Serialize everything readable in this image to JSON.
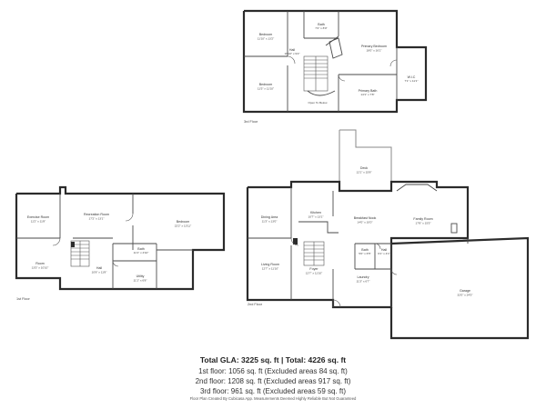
{
  "floors": {
    "third": {
      "label": "3rd Floor",
      "rooms": [
        {
          "key": "bedroom_a",
          "name": "Bedroom",
          "dims": "11'10\" x 13'2\""
        },
        {
          "key": "bath",
          "name": "Bath",
          "dims": "7'2\" x 8'0\""
        },
        {
          "key": "hall",
          "name": "Hall",
          "dims": "16'10\" x 9'2\""
        },
        {
          "key": "primary_bedroom",
          "name": "Primary Bedroom",
          "dims": "18'0\" x 16'1\""
        },
        {
          "key": "bedroom_b",
          "name": "Bedroom",
          "dims": "11'5\" x 11'10\""
        },
        {
          "key": "primary_bath",
          "name": "Primary Bath",
          "dims": "14'1\" x 7'8\""
        },
        {
          "key": "wic",
          "name": "W.I.C",
          "dims": "7'1\" x 11'1\""
        }
      ],
      "note": "Open To Below"
    },
    "first": {
      "label": "1st Floor",
      "rooms": [
        {
          "key": "exercise",
          "name": "Exercise Room",
          "dims": "11'2\" x 11'8\""
        },
        {
          "key": "recreation",
          "name": "Recreation Room",
          "dims": "17'2\" x 13'1\""
        },
        {
          "key": "bedroom",
          "name": "Bedroom",
          "dims": "22'2\" x 13'11\""
        },
        {
          "key": "room",
          "name": "Room",
          "dims": "13'5\" x 10'10\""
        },
        {
          "key": "bath",
          "name": "Bath",
          "dims": "11'1\" x 4'10\""
        },
        {
          "key": "hall",
          "name": "Hall",
          "dims": "10'8\" x 11'8\""
        },
        {
          "key": "utility",
          "name": "Utility",
          "dims": "11'1\" x 6'8\""
        }
      ]
    },
    "second": {
      "label": "2nd Floor",
      "rooms": [
        {
          "key": "deck",
          "name": "Deck",
          "dims": "12'1\" x 15'8\""
        },
        {
          "key": "dining",
          "name": "Dining Area",
          "dims": "11'3\" x 13'0\""
        },
        {
          "key": "kitchen",
          "name": "Kitchen",
          "dims": "10'7\" x 13'1\""
        },
        {
          "key": "breakfast",
          "name": "Breakfast Nook",
          "dims": "14'0\" x 10'0\""
        },
        {
          "key": "family",
          "name": "Family Room",
          "dims": "17'8\" x 15'5\""
        },
        {
          "key": "living",
          "name": "Living Room",
          "dims": "12'7\" x 11'10\""
        },
        {
          "key": "bath",
          "name": "Bath",
          "dims": "5'0\" x 6'5\""
        },
        {
          "key": "hall",
          "name": "Hall",
          "dims": "6'1\" x 4'1\""
        },
        {
          "key": "foyer",
          "name": "Foyer",
          "dims": "12'7\" x 11'10\""
        },
        {
          "key": "laundry",
          "name": "Laundry",
          "dims": "11'3\" x 6'7\""
        },
        {
          "key": "garage",
          "name": "Garage",
          "dims": "32'0\" x 24'5\""
        }
      ]
    }
  },
  "summary": {
    "total": "Total GLA: 3225 sq. ft | Total: 4226 sq. ft",
    "first": "1st floor: 1056 sq. ft (Excluded areas 84 sq. ft)",
    "second": "2nd floor: 1208 sq. ft (Excluded areas 917 sq. ft)",
    "third": "3rd floor: 961 sq. ft (Excluded areas 59 sq. ft)",
    "credit": "Floor Plan Created By Cubicasa App. Measurements Deemed Highly Reliable But Not Guaranteed"
  },
  "colors": {
    "wall": "#2b2b2b",
    "deck": "#8a8a8a",
    "text": "#222222"
  }
}
